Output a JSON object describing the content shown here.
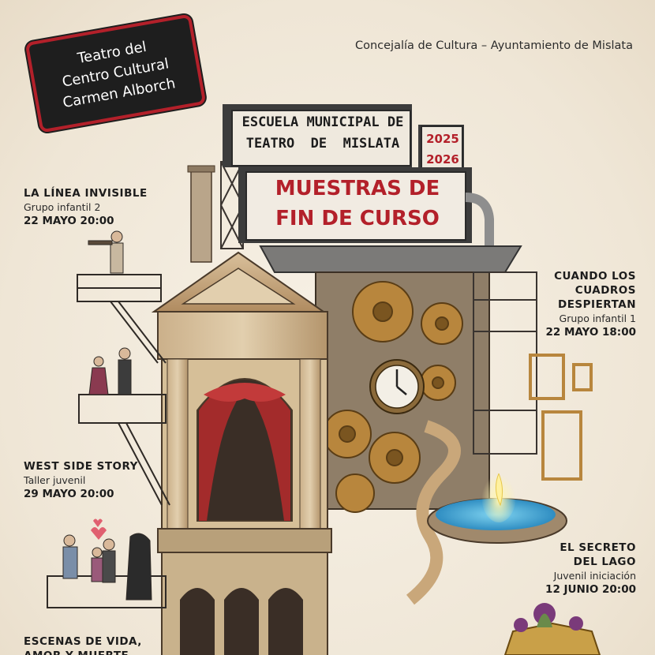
{
  "venue": {
    "lines": [
      "Teatro del",
      "Centro Cultural",
      "Carmen Alborch"
    ]
  },
  "organizer": "Concejalía de Cultura – Ayuntamiento de Mislata",
  "sign": {
    "school_line1": "ESCUELA MUNICIPAL DE",
    "school_line2": "TEATRO  DE  MISLATA",
    "year_start": "2025",
    "year_end": "2026",
    "title_line1": "MUESTRAS DE",
    "title_line2": "FIN DE CURSO"
  },
  "events": [
    {
      "title": [
        "LA LÍNEA INVISIBLE"
      ],
      "group": "Grupo infantil 2",
      "date": "22 MAYO 20:00"
    },
    {
      "title": [
        "CUANDO LOS",
        "CUADROS",
        "DESPIERTAN"
      ],
      "group": "Grupo infantil 1",
      "date": "22 MAYO 18:00"
    },
    {
      "title": [
        "WEST SIDE STORY"
      ],
      "group": "Taller juvenil",
      "date": "29 MAYO 20:00"
    },
    {
      "title": [
        "EL SECRETO",
        "DEL LAGO"
      ],
      "group": "Juvenil iniciación",
      "date": "12 JUNIO 20:00"
    },
    {
      "title": [
        "ESCENAS DE VIDA,",
        "AMOR Y MUERTE"
      ],
      "group": "",
      "date": ""
    }
  ],
  "colors": {
    "accent_red": "#b3202a",
    "badge_bg": "#1e1e1e",
    "paper": "#f3ece0"
  }
}
